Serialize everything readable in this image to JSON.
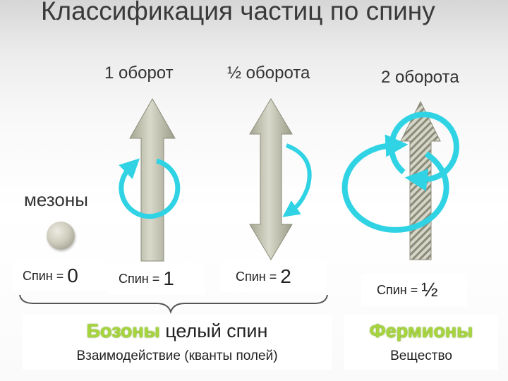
{
  "title": "Классификация частиц по спину",
  "rotations": [
    "1 оборот",
    "½ оборота",
    "2 оборота"
  ],
  "meson_label": "мезоны",
  "spins": [
    {
      "prefix": "Спин =",
      "value": "0"
    },
    {
      "prefix": "Спин =",
      "value": "1"
    },
    {
      "prefix": "Спин =",
      "value": "2"
    },
    {
      "prefix": "Спин =",
      "value": "½"
    }
  ],
  "bosons": {
    "name": "Бозоны",
    "rest": " целый спин",
    "subtitle": "Взаимодействие (кванты полей)"
  },
  "fermions": {
    "name": "Фермионы",
    "subtitle": "Вещество"
  },
  "colors": {
    "arrow_fill": "#bdbdab",
    "rotation_arrow": "#2fd3e4",
    "highlight_green": "#a6d63b"
  }
}
